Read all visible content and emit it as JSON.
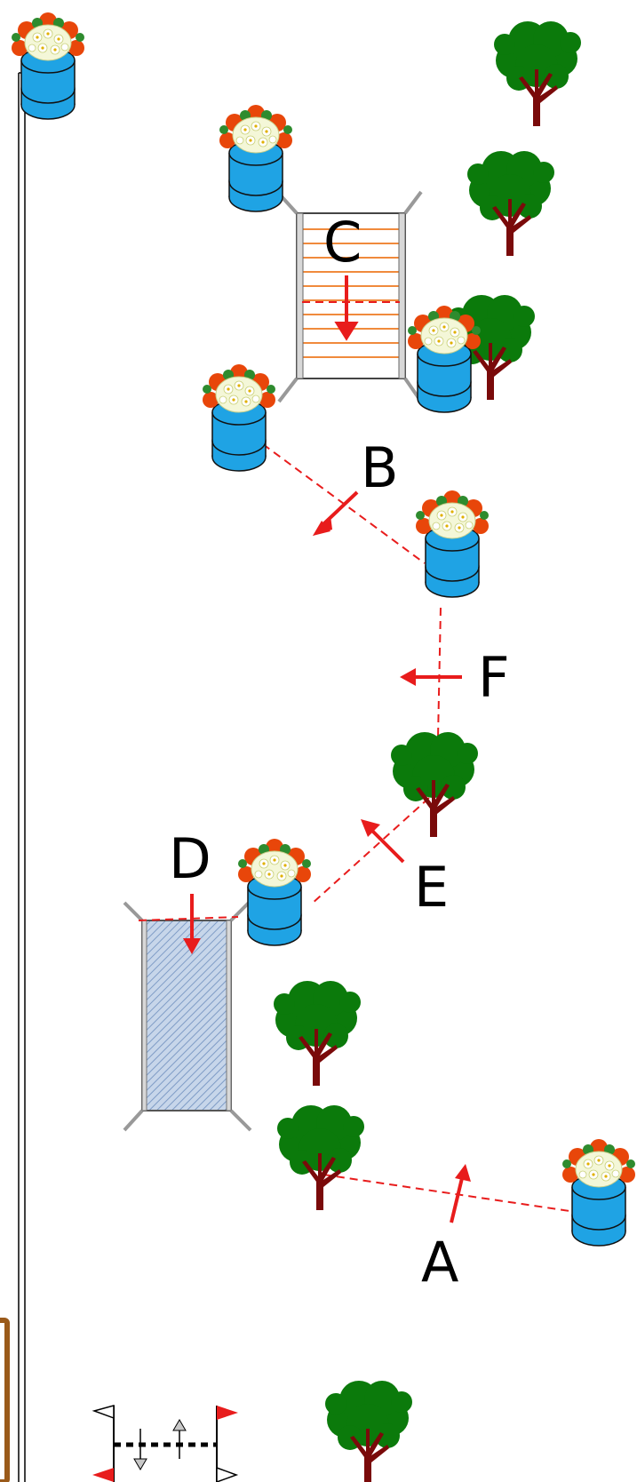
{
  "gates": [
    {
      "id": "A",
      "label": "A"
    },
    {
      "id": "B",
      "label": "B"
    },
    {
      "id": "C",
      "label": "C"
    },
    {
      "id": "D",
      "label": "D"
    },
    {
      "id": "E",
      "label": "E"
    },
    {
      "id": "F",
      "label": "F"
    }
  ],
  "colors": {
    "gate_line": "#e81c1c",
    "arrow": "#e81c1c",
    "pot": "#1fa3e4",
    "tree_leaves": "#0b7a0b",
    "tree_trunk": "#7a0a0a",
    "stairs_steps": "#f08a3c",
    "ramp_fill": "#a8bfe0",
    "flag": "#e81c1c",
    "post": "#9a5a1a"
  }
}
